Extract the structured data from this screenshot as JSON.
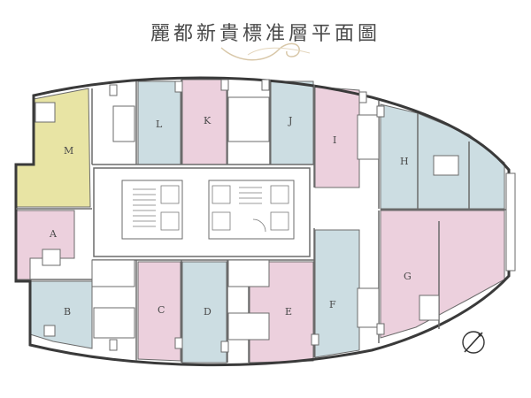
{
  "title": "麗都新貴標准層平面圖",
  "colors": {
    "blue": "#ccdde2",
    "pink": "#ecd0dd",
    "yellow": "#e8e4a4",
    "wall": "#6b6b6b",
    "outline": "#3a3a3a"
  },
  "units": [
    {
      "id": "M",
      "color": "yellow"
    },
    {
      "id": "L",
      "color": "blue"
    },
    {
      "id": "K",
      "color": "pink"
    },
    {
      "id": "J",
      "color": "blue"
    },
    {
      "id": "I",
      "color": "pink"
    },
    {
      "id": "H",
      "color": "blue"
    },
    {
      "id": "A",
      "color": "pink"
    },
    {
      "id": "B",
      "color": "blue"
    },
    {
      "id": "C",
      "color": "pink"
    },
    {
      "id": "D",
      "color": "blue"
    },
    {
      "id": "E",
      "color": "pink"
    },
    {
      "id": "F",
      "color": "blue"
    },
    {
      "id": "G",
      "color": "pink"
    }
  ],
  "compass_icon": "north-arrow-icon"
}
